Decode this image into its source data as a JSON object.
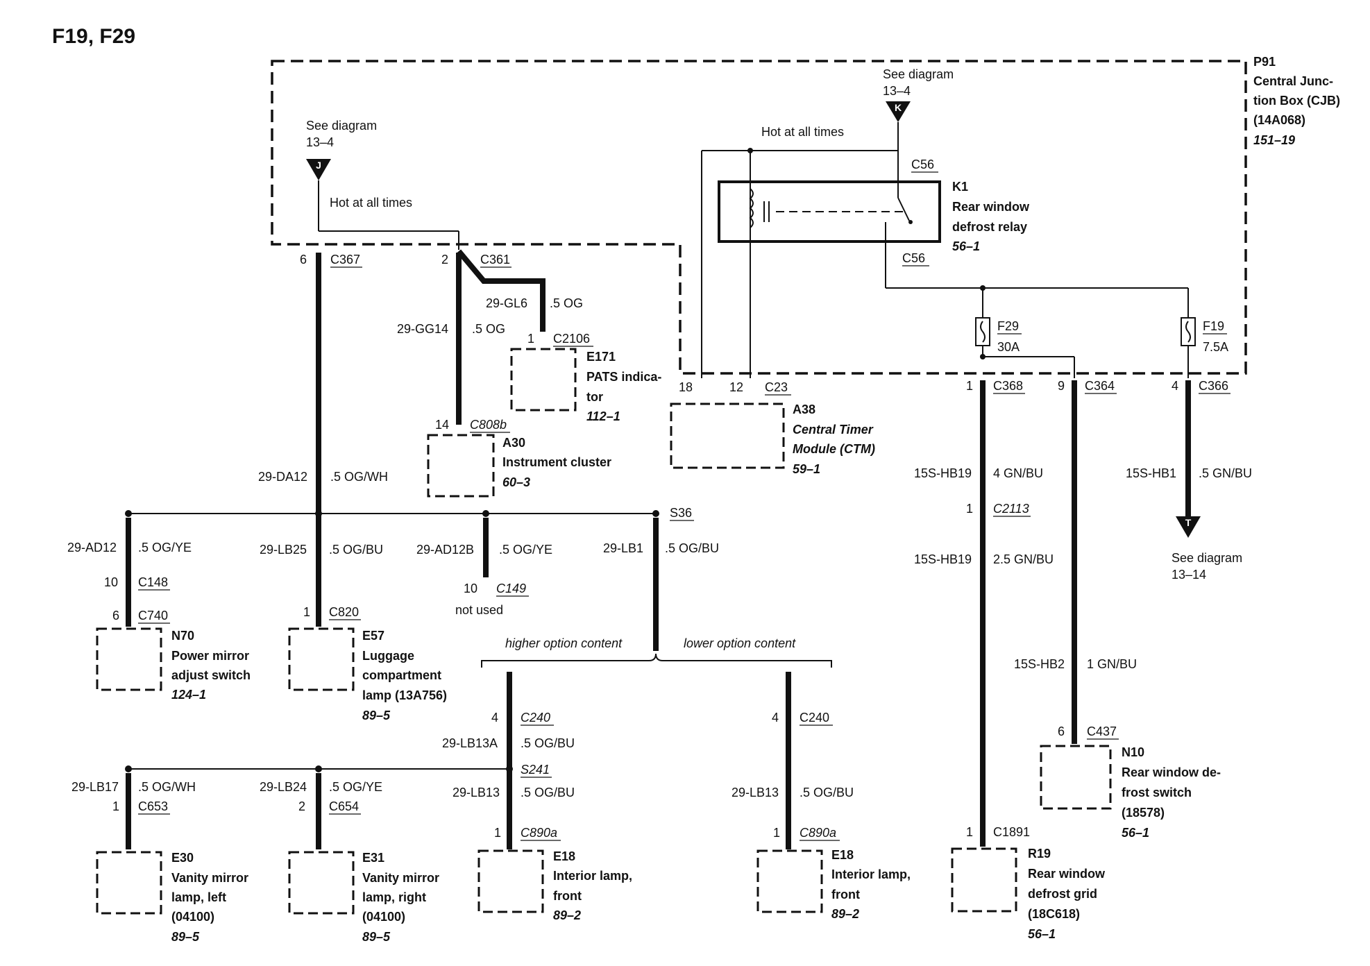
{
  "page": {
    "title": "F19, F29"
  },
  "cjb": {
    "id": "P91",
    "name_lines": [
      "Central Junc-",
      "tion Box (CJB)",
      "(14A068)"
    ],
    "ref": "151–19"
  },
  "refs": {
    "j": {
      "line1": "See diagram",
      "line2": "13–4",
      "letter": "J"
    },
    "k": {
      "line1": "See diagram",
      "line2": "13–4",
      "letter": "K"
    },
    "t": {
      "line1": "See diagram",
      "line2": "13–14",
      "letter": "T"
    }
  },
  "hot": {
    "left": "Hot at all times",
    "right": "Hot at all times"
  },
  "relay": {
    "id": "K1",
    "name_lines": [
      "Rear window",
      "defrost relay"
    ],
    "ref": "56–1",
    "conn_top": "C56",
    "conn_bottom": "C56"
  },
  "fuses": {
    "f29": {
      "id": "F29",
      "rating": "30A"
    },
    "f19": {
      "id": "F19",
      "rating": "7.5A"
    }
  },
  "pins": {
    "c367": {
      "pin": "6",
      "conn": "C367"
    },
    "c361": {
      "pin": "2",
      "conn": "C361"
    },
    "c2106": {
      "pin": "1",
      "conn": "C2106"
    },
    "c808b": {
      "pin": "14",
      "conn": "C808b"
    },
    "c23": {
      "pin_a": "18",
      "pin_b": "12",
      "conn": "C23"
    },
    "c368": {
      "pin": "1",
      "conn": "C368"
    },
    "c364": {
      "pin": "9",
      "conn": "C364"
    },
    "c366": {
      "pin": "4",
      "conn": "C366"
    },
    "c2113": {
      "pin": "1",
      "conn": "C2113"
    },
    "c148": {
      "pin": "10",
      "conn": "C148"
    },
    "c740": {
      "pin": "6",
      "conn": "C740"
    },
    "c820": {
      "pin": "1",
      "conn": "C820"
    },
    "c149": {
      "pin": "10",
      "conn": "C149"
    },
    "s36": {
      "conn": "S36"
    },
    "c240a": {
      "pin": "4",
      "conn": "C240"
    },
    "c240b": {
      "pin": "4",
      "conn": "C240"
    },
    "s241": {
      "conn": "S241"
    },
    "c653": {
      "pin": "1",
      "conn": "C653"
    },
    "c654": {
      "pin": "2",
      "conn": "C654"
    },
    "c890a_a": {
      "pin": "1",
      "conn": "C890a"
    },
    "c890a_b": {
      "pin": "1",
      "conn": "C890a"
    },
    "c437": {
      "pin": "6",
      "conn": "C437"
    },
    "c1891": {
      "pin": "1",
      "conn": "C1891"
    }
  },
  "wires": {
    "gl6": {
      "code": "29-GL6",
      "spec": ".5 OG"
    },
    "gg14": {
      "code": "29-GG14",
      "spec": ".5 OG"
    },
    "da12": {
      "code": "29-DA12",
      "spec": ".5 OG/WH"
    },
    "ad12": {
      "code": "29-AD12",
      "spec": ".5 OG/YE"
    },
    "lb25": {
      "code": "29-LB25",
      "spec": ".5 OG/BU"
    },
    "ad12b": {
      "code": "29-AD12B",
      "spec": ".5 OG/YE"
    },
    "lb1": {
      "code": "29-LB1",
      "spec": ".5 OG/BU"
    },
    "lb13a": {
      "code": "29-LB13A",
      "spec": ".5 OG/BU"
    },
    "lb13_left": {
      "code": "29-LB13",
      "spec": ".5 OG/BU"
    },
    "lb13_right": {
      "code": "29-LB13",
      "spec": ".5 OG/BU"
    },
    "lb17": {
      "code": "29-LB17",
      "spec": ".5 OG/WH"
    },
    "lb24": {
      "code": "29-LB24",
      "spec": ".5 OG/YE"
    },
    "hb19a": {
      "code": "15S-HB19",
      "spec": "4 GN/BU"
    },
    "hb19b": {
      "code": "15S-HB19",
      "spec": "2.5 GN/BU"
    },
    "hb2": {
      "code": "15S-HB2",
      "spec": "1 GN/BU"
    },
    "hb1": {
      "code": "15S-HB1",
      "spec": ".5 GN/BU"
    }
  },
  "notes": {
    "not_used": "not used",
    "higher": "higher option content",
    "lower": "lower option content"
  },
  "components": {
    "e171": {
      "id": "E171",
      "lines": [
        "PATS indica-",
        "tor"
      ],
      "ref": "112–1"
    },
    "a30": {
      "id": "A30",
      "lines": [
        "Instrument cluster"
      ],
      "ref": "60–3"
    },
    "a38": {
      "id": "A38",
      "lines": [
        "Central Timer",
        "Module (CTM)"
      ],
      "ref": "59–1"
    },
    "n70": {
      "id": "N70",
      "lines": [
        "Power mirror",
        "adjust switch"
      ],
      "ref": "124–1"
    },
    "e57": {
      "id": "E57",
      "lines": [
        "Luggage",
        "compartment",
        "lamp (13A756)"
      ],
      "ref": "89–5"
    },
    "e30": {
      "id": "E30",
      "lines": [
        "Vanity mirror",
        "lamp, left",
        "(04100)"
      ],
      "ref": "89–5"
    },
    "e31": {
      "id": "E31",
      "lines": [
        "Vanity mirror",
        "lamp, right",
        "(04100)"
      ],
      "ref": "89–5"
    },
    "e18a": {
      "id": "E18",
      "lines": [
        "Interior lamp,",
        "front"
      ],
      "ref": "89–2"
    },
    "e18b": {
      "id": "E18",
      "lines": [
        "Interior lamp,",
        "front"
      ],
      "ref": "89–2"
    },
    "n10": {
      "id": "N10",
      "lines": [
        "Rear window de-",
        "frost switch",
        "(18578)"
      ],
      "ref": "56–1"
    },
    "r19": {
      "id": "R19",
      "lines": [
        "Rear window",
        "defrost grid",
        "(18C618)"
      ],
      "ref": "56–1"
    }
  }
}
